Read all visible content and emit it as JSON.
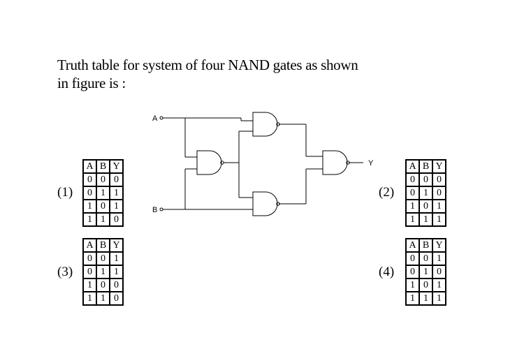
{
  "question": {
    "line1": "Truth table for system of four NAND gates as shown",
    "line2": "in figure is :"
  },
  "circuit": {
    "input_a": "A",
    "input_b": "B",
    "output_y": "Y"
  },
  "options": [
    {
      "label": "(1)",
      "header": [
        "A",
        "B",
        "Y"
      ],
      "rows": [
        [
          "0",
          "0",
          "0"
        ],
        [
          "0",
          "1",
          "1"
        ],
        [
          "1",
          "0",
          "1"
        ],
        [
          "1",
          "1",
          "0"
        ]
      ]
    },
    {
      "label": "(2)",
      "header": [
        "A",
        "B",
        "Y"
      ],
      "rows": [
        [
          "0",
          "0",
          "0"
        ],
        [
          "0",
          "1",
          "0"
        ],
        [
          "1",
          "0",
          "1"
        ],
        [
          "1",
          "1",
          "1"
        ]
      ]
    },
    {
      "label": "(3)",
      "header": [
        "A",
        "B",
        "Y"
      ],
      "rows": [
        [
          "0",
          "0",
          "1"
        ],
        [
          "0",
          "1",
          "1"
        ],
        [
          "1",
          "0",
          "0"
        ],
        [
          "1",
          "1",
          "0"
        ]
      ]
    },
    {
      "label": "(4)",
      "header": [
        "A",
        "B",
        "Y"
      ],
      "rows": [
        [
          "0",
          "0",
          "1"
        ],
        [
          "0",
          "1",
          "0"
        ],
        [
          "1",
          "0",
          "1"
        ],
        [
          "1",
          "1",
          "1"
        ]
      ]
    }
  ]
}
